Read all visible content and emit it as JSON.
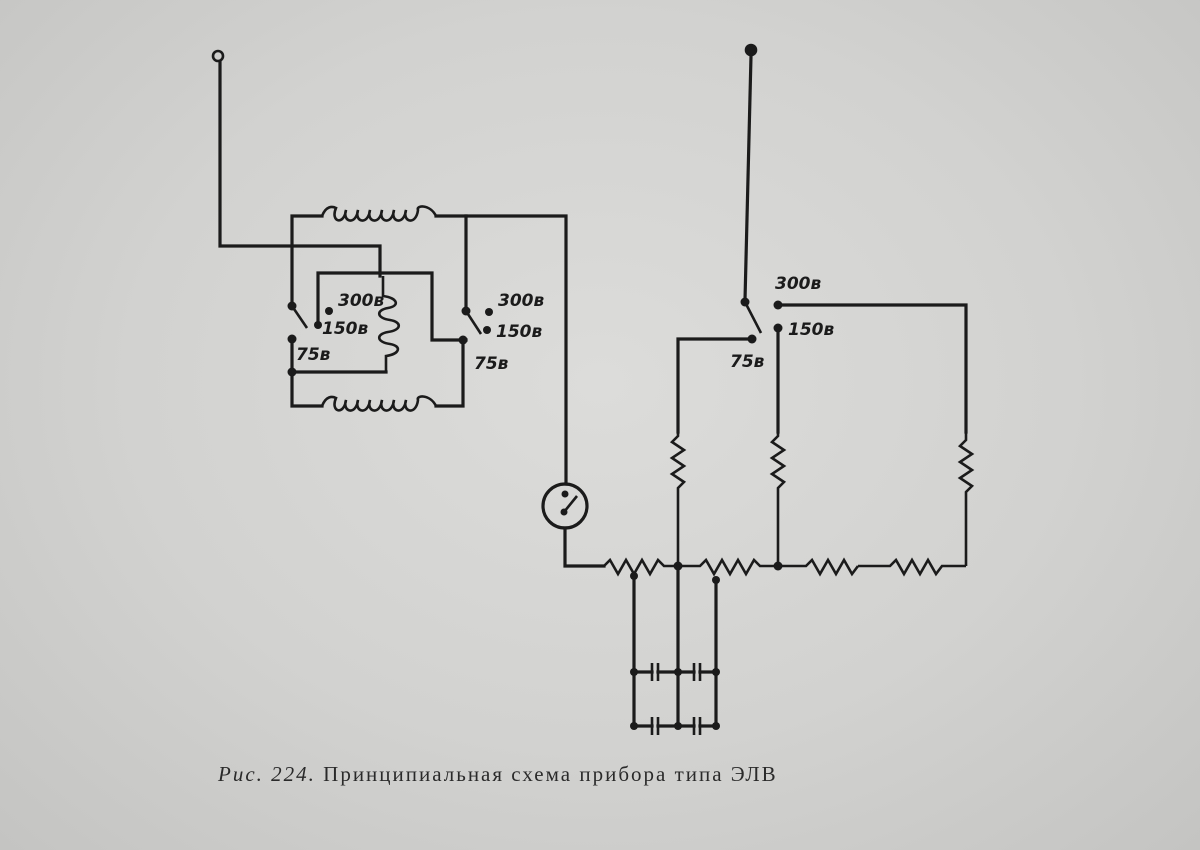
{
  "caption": {
    "figure_label": "Рис. 224.",
    "text": "Принципиальная схема прибора типа ЭЛВ"
  },
  "switches": {
    "left_switch": {
      "positions": [
        "300в",
        "150в",
        "75в"
      ]
    },
    "middle_switch": {
      "positions": [
        "300в",
        "150в",
        "75в"
      ]
    },
    "right_switch": {
      "positions": [
        "300в",
        "150в",
        "75в"
      ]
    }
  },
  "components": [
    "terminal",
    "terminal",
    "inductor-coil",
    "inductor-coil",
    "inductor-coil",
    "indicator-lamp",
    "resistor",
    "resistor",
    "resistor",
    "potentiometer",
    "potentiometer",
    "resistor",
    "resistor",
    "capacitor",
    "capacitor",
    "capacitor",
    "capacitor"
  ],
  "colors": {
    "ink": "#1b1b1b",
    "paper": "#d2d2d0"
  }
}
